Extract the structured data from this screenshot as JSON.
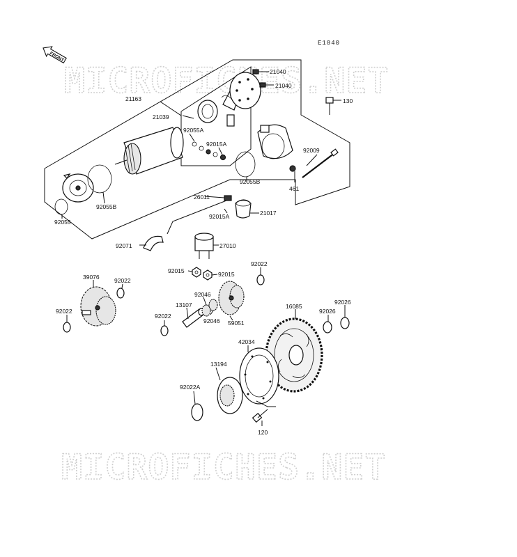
{
  "diagram": {
    "code": "E1840",
    "front_label": "FRONT",
    "watermark": "MICROFICHES.NET",
    "parts": [
      {
        "id": "p21040a",
        "label": "21040"
      },
      {
        "id": "p21040b",
        "label": "21040"
      },
      {
        "id": "p130",
        "label": "130"
      },
      {
        "id": "p21163",
        "label": "21163"
      },
      {
        "id": "p21039",
        "label": "21039"
      },
      {
        "id": "p92055A",
        "label": "92055A"
      },
      {
        "id": "p92015A_top",
        "label": "92015A"
      },
      {
        "id": "p92009",
        "label": "92009"
      },
      {
        "id": "p92055B_r",
        "label": "92055B"
      },
      {
        "id": "p461",
        "label": "461"
      },
      {
        "id": "p92055B_l",
        "label": "92055B"
      },
      {
        "id": "p92055",
        "label": "92055"
      },
      {
        "id": "p26011",
        "label": "26011"
      },
      {
        "id": "p92015A_mid",
        "label": "92015A"
      },
      {
        "id": "p21017",
        "label": "21017"
      },
      {
        "id": "p92071",
        "label": "92071"
      },
      {
        "id": "p27010",
        "label": "27010"
      },
      {
        "id": "p92015_l",
        "label": "92015"
      },
      {
        "id": "p92015_r",
        "label": "92015"
      },
      {
        "id": "p92022_tr",
        "label": "92022"
      },
      {
        "id": "p39076",
        "label": "39076"
      },
      {
        "id": "p92022_l2",
        "label": "92022"
      },
      {
        "id": "p92022_l1",
        "label": "92022"
      },
      {
        "id": "p92046a",
        "label": "92046"
      },
      {
        "id": "p13107",
        "label": "13107"
      },
      {
        "id": "p92022_m",
        "label": "92022"
      },
      {
        "id": "p92046b",
        "label": "92046"
      },
      {
        "id": "p59051",
        "label": "59051"
      },
      {
        "id": "p16085",
        "label": "16085"
      },
      {
        "id": "p92026a",
        "label": "92026"
      },
      {
        "id": "p92026b",
        "label": "92026"
      },
      {
        "id": "p42034",
        "label": "42034"
      },
      {
        "id": "p13194",
        "label": "13194"
      },
      {
        "id": "p92022A",
        "label": "92022A"
      },
      {
        "id": "p120",
        "label": "120"
      }
    ]
  }
}
